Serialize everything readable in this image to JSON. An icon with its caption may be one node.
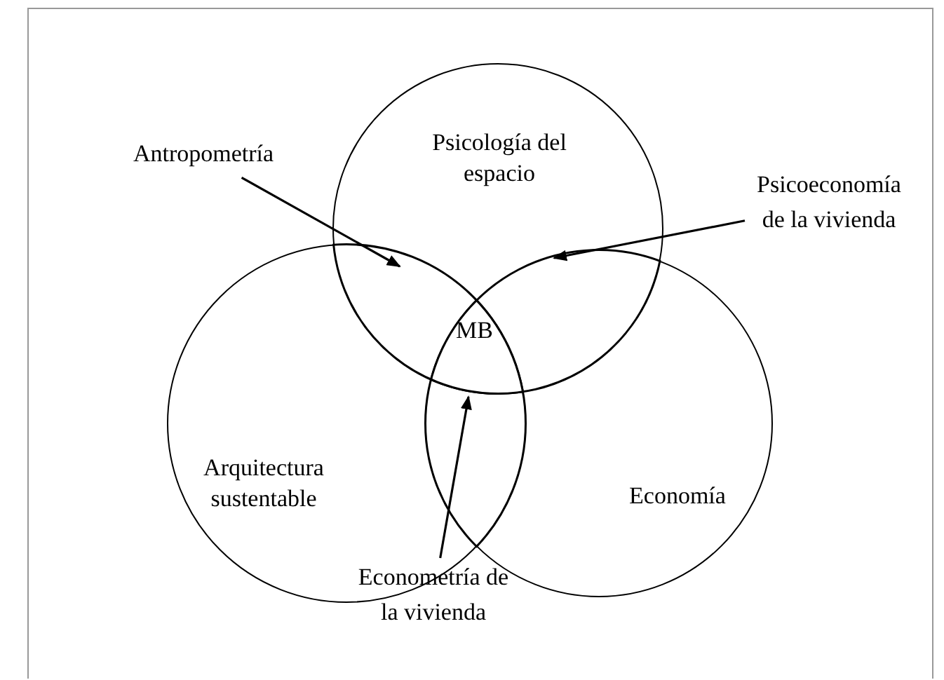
{
  "diagram": {
    "nodes": [
      {
        "text": [
          "Psicología del espacio"
        ]
      },
      {
        "text": [
          "Arquitectura sustentable"
        ]
      },
      {
        "text": [
          "Economía"
        ]
      },
      {
        "text": [
          "Antropometría"
        ]
      },
      {
        "text": [
          "Psicoeconomía de la vivienda"
        ]
      },
      {
        "text": [
          "Econometría de la vivienda"
        ]
      },
      {
        "text": [],
        "shape": "lens"
      },
      {
        "text": [],
        "shape": "lens"
      },
      {
        "text": [],
        "shape": "lens"
      }
    ],
    "edges": [
      {
        "from": 3,
        "to": 6,
        "arrow": "to"
      },
      {
        "from": 4,
        "to": 7,
        "arrow": "to"
      },
      {
        "from": 5,
        "to": 8,
        "arrow": "to"
      }
    ],
    "labels": [
      "MB"
    ]
  }
}
